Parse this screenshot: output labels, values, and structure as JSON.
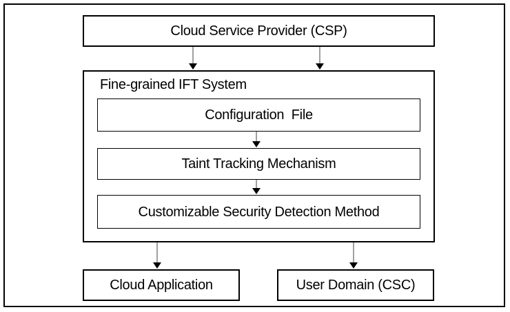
{
  "diagram": {
    "csp_box": {
      "label": "Cloud Service Provider (CSP)"
    },
    "ift_system": {
      "label": "Fine-grained IFT System",
      "children": [
        {
          "label": "Configuration  File"
        },
        {
          "label": "Taint Tracking Mechanism"
        },
        {
          "label": "Customizable Security Detection Method"
        }
      ]
    },
    "bottom_boxes": [
      {
        "label": "Cloud Application"
      },
      {
        "label": "User Domain (CSC)"
      }
    ],
    "colors": {
      "background": "#ffffff",
      "border": "#000000",
      "arrow_shaft": "#404040",
      "arrow_head": "#000000",
      "text": "#000000"
    }
  }
}
